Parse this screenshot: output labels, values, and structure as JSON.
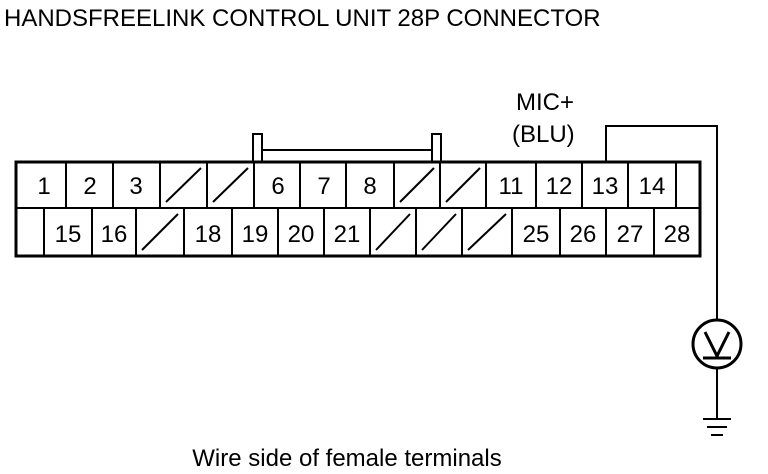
{
  "title": "HANDSFREELINK CONTROL UNIT 28P CONNECTOR",
  "caption": "Wire side of female terminals",
  "probe": {
    "label_line1": "MIC+",
    "label_line2": "(BLU)",
    "terminal": 13,
    "meter_icon": "voltmeter-icon",
    "ground_icon": "ground-icon"
  },
  "connector": {
    "row1": [
      {
        "label": "1"
      },
      {
        "label": "2"
      },
      {
        "label": "3"
      },
      {
        "label": ""
      },
      {
        "label": ""
      },
      {
        "label": "6"
      },
      {
        "label": "7"
      },
      {
        "label": "8"
      },
      {
        "label": ""
      },
      {
        "label": ""
      },
      {
        "label": "11"
      },
      {
        "label": "12"
      },
      {
        "label": "13"
      },
      {
        "label": "14"
      },
      {
        "label": ""
      }
    ],
    "row2": [
      {
        "label": ""
      },
      {
        "label": "15"
      },
      {
        "label": "16"
      },
      {
        "label": ""
      },
      {
        "label": "18"
      },
      {
        "label": "19"
      },
      {
        "label": "20"
      },
      {
        "label": "21"
      },
      {
        "label": ""
      },
      {
        "label": ""
      },
      {
        "label": ""
      },
      {
        "label": "25"
      },
      {
        "label": "26"
      },
      {
        "label": "27"
      },
      {
        "label": "28"
      }
    ]
  }
}
